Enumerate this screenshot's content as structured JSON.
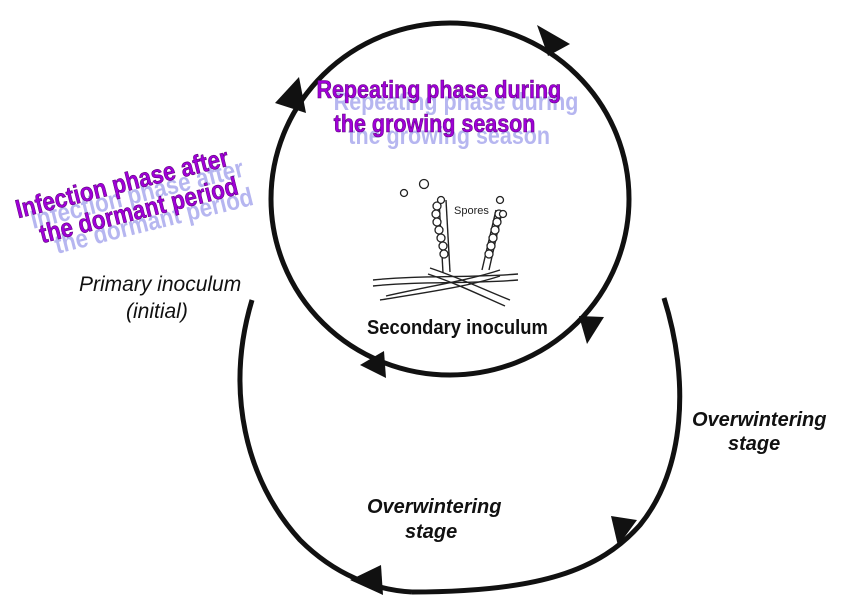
{
  "diagram": {
    "repeating_phase": [
      "Repeating phase during",
      "the growing season"
    ],
    "infection_phase": [
      "Infection phase after",
      "the dormant period"
    ],
    "primary_inoculum": [
      "Primary inoculum",
      "(initial)"
    ],
    "secondary_inoculum": "Secondary inoculum",
    "spores_label": "Spores",
    "overwintering_right": [
      "Overwintering",
      "stage"
    ],
    "overwintering_bottom": [
      "Overwintering",
      "stage"
    ],
    "colors": {
      "wordart_fill": "#a000d8",
      "wordart_shadow": "#b6b6f0",
      "ink": "#111111"
    }
  }
}
